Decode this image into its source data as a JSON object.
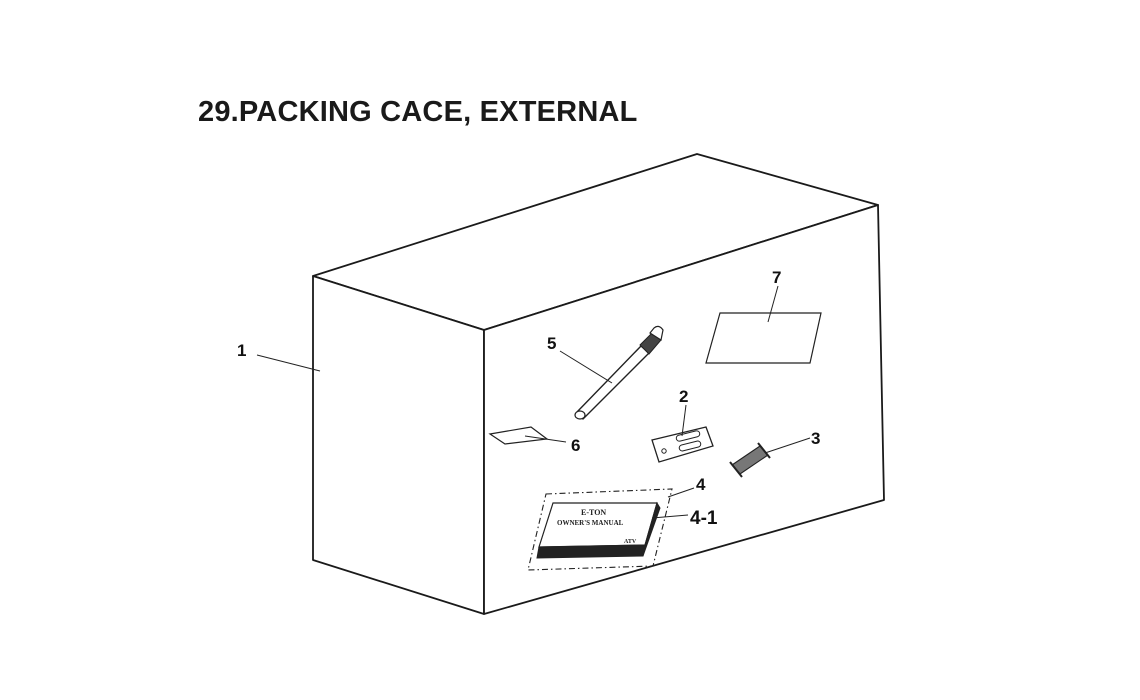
{
  "title": "29.PACKING CACE, EXTERNAL",
  "callouts": {
    "c1": "1",
    "c2": "2",
    "c3": "3",
    "c4": "4",
    "c4_1": "4-1",
    "c5": "5",
    "c6": "6",
    "c7": "7"
  },
  "manual": {
    "brand": "E-TON",
    "name": "OWNER'S   MANUAL",
    "model": "ATV"
  }
}
